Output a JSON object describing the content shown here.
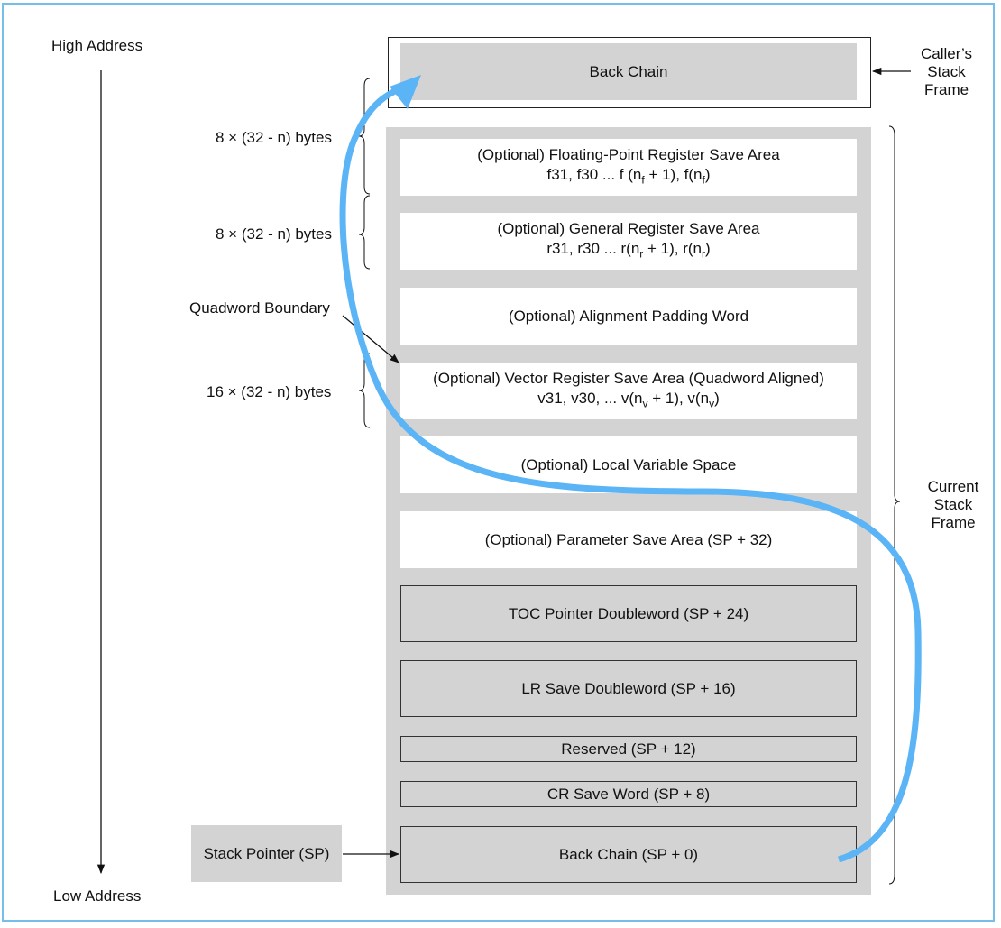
{
  "addresses": {
    "high": "High Address",
    "low": "Low Address"
  },
  "caller_frame": {
    "label_line1": "Caller’s",
    "label_line2": "Stack",
    "label_line3": "Frame",
    "back_chain": "Back Chain"
  },
  "current_frame": {
    "label_line1": "Current",
    "label_line2": "Stack",
    "label_line3": "Frame"
  },
  "size_labels": {
    "fpr": "8 × (32 - n) bytes",
    "gpr": "8 × (32 - n) bytes",
    "vr": "16 × (32 - n) bytes"
  },
  "quadword_boundary": "Quadword Boundary",
  "stack_pointer": "Stack Pointer (SP)",
  "areas": {
    "fpr_title": "(Optional) Floating-Point Register Save Area",
    "fpr_regs_prefix": "f31, f30 ... f (n",
    "fpr_regs_sub1": "f",
    "fpr_regs_mid": " + 1), f(n",
    "fpr_regs_sub2": "f",
    "fpr_regs_suffix": ")",
    "gpr_title": "(Optional) General Register Save Area",
    "gpr_regs_prefix": "r31, r30 ... r(n",
    "gpr_regs_sub1": "r",
    "gpr_regs_mid": " + 1), r(n",
    "gpr_regs_sub2": "r",
    "gpr_regs_suffix": ")",
    "padding": "(Optional) Alignment Padding Word",
    "vr_title": "(Optional) Vector Register Save Area (Quadword Aligned)",
    "vr_regs_prefix": "v31, v30, ... v(n",
    "vr_regs_sub1": "v",
    "vr_regs_mid": " + 1), v(n",
    "vr_regs_sub2": "v",
    "vr_regs_suffix": ")",
    "local": "(Optional) Local Variable Space",
    "param": "(Optional) Parameter Save Area (SP + 32)",
    "toc": "TOC Pointer Doubleword (SP + 24)",
    "lr": "LR Save Doubleword (SP + 16)",
    "reserved": "Reserved (SP + 12)",
    "cr": "CR Save Word (SP + 8)",
    "back_chain": "Back Chain (SP + 0)"
  },
  "colors": {
    "flow_arrow": "#5ab4f5",
    "box_gray": "#d3d3d3",
    "border": "#77bde9"
  }
}
